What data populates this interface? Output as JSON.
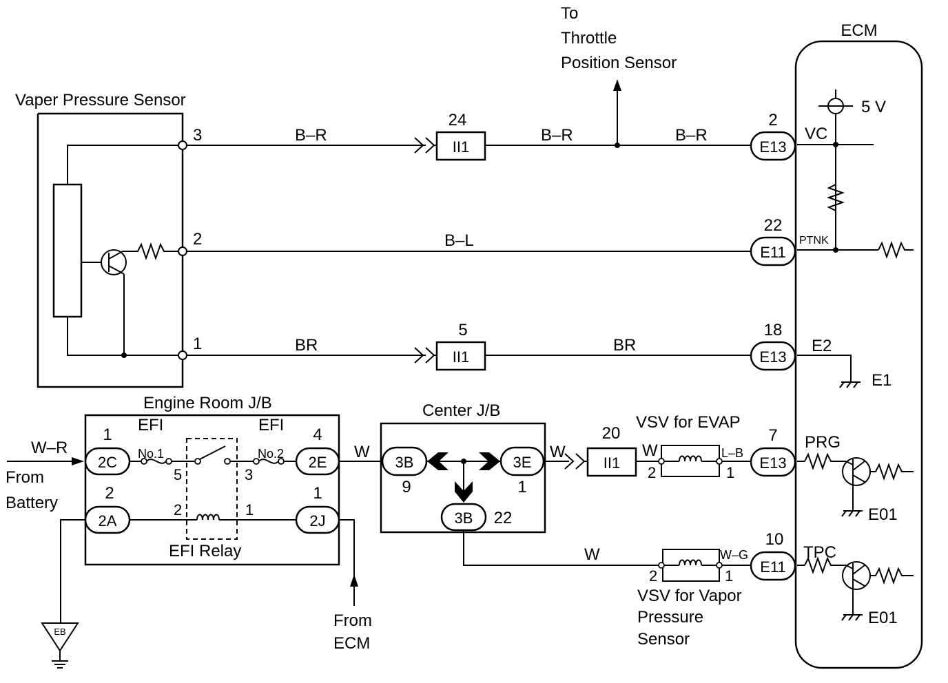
{
  "top_note": {
    "line1": "To",
    "line2": "Throttle",
    "line3": "Position Sensor"
  },
  "ecm": {
    "title": "ECM",
    "supply": "5 V",
    "vc": "VC",
    "ptnk": "PTNK",
    "e2": "E2",
    "e1": "E1",
    "prg": "PRG",
    "tpc": "TPC",
    "e01": "E01"
  },
  "sensor": {
    "title": "Vaper Pressure Sensor",
    "pin3": "3",
    "pin2": "2",
    "pin1": "1"
  },
  "wires": {
    "br_r": "B–R",
    "b_l": "B–L",
    "br": "BR",
    "w": "W",
    "w_r": "W–R",
    "l_b": "L–B",
    "w_g": "W–G"
  },
  "connectors": {
    "ii1": "II1",
    "ii1_24": "24",
    "ii1_5": "5",
    "ii1_20": "20",
    "e13": "E13",
    "e11": "E11",
    "e13_2": "2",
    "e11_22": "22",
    "e13_18": "18",
    "e13_7": "7",
    "e11_10": "10"
  },
  "engine_jb": {
    "title": "Engine Room J/B",
    "efi": "EFI",
    "no1": "No.1",
    "no2": "No.2",
    "c2c": "2C",
    "c2e": "2E",
    "c2a": "2A",
    "c2j": "2J",
    "n1": "1",
    "n4": "4",
    "n2": "2",
    "n1b": "1",
    "relay_5": "5",
    "relay_3": "3",
    "relay_2": "2",
    "relay_1": "1",
    "relay": "EFI Relay"
  },
  "battery": {
    "line1": "From",
    "line2": "Battery"
  },
  "from_ecm": {
    "line1": "From",
    "line2": "ECM"
  },
  "eb": "EB",
  "center_jb": {
    "title": "Center J/B",
    "c3b": "3B",
    "c3e": "3E",
    "n9": "9",
    "n1": "1",
    "n22": "22"
  },
  "vsv_evap": {
    "title": "VSV for EVAP",
    "pin2": "2",
    "pin1": "1"
  },
  "vsv_vapor": {
    "line1": "VSV for Vapor",
    "line2": "Pressure",
    "line3": "Sensor",
    "pin2": "2",
    "pin1": "1"
  }
}
